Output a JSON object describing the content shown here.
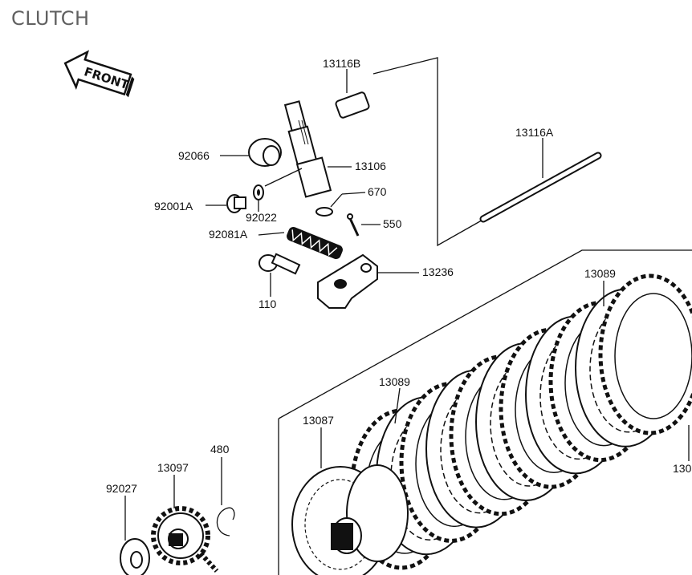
{
  "title": "CLUTCH",
  "front_label": "FRONT",
  "callouts": [
    {
      "id": "13116B",
      "text": "13116B"
    },
    {
      "id": "13116A",
      "text": "13116A"
    },
    {
      "id": "92066",
      "text": "92066"
    },
    {
      "id": "13106",
      "text": "13106"
    },
    {
      "id": "670",
      "text": "670"
    },
    {
      "id": "92001A",
      "text": "92001A"
    },
    {
      "id": "92022",
      "text": "92022"
    },
    {
      "id": "550",
      "text": "550"
    },
    {
      "id": "92081A",
      "text": "92081A"
    },
    {
      "id": "13236",
      "text": "13236"
    },
    {
      "id": "110",
      "text": "110"
    },
    {
      "id": "13089-upper",
      "text": "13089"
    },
    {
      "id": "13089-lower",
      "text": "13089"
    },
    {
      "id": "13087",
      "text": "13087"
    },
    {
      "id": "480",
      "text": "480"
    },
    {
      "id": "13097",
      "text": "13097"
    },
    {
      "id": "92027",
      "text": "92027"
    },
    {
      "id": "130-edge",
      "text": "130"
    }
  ]
}
